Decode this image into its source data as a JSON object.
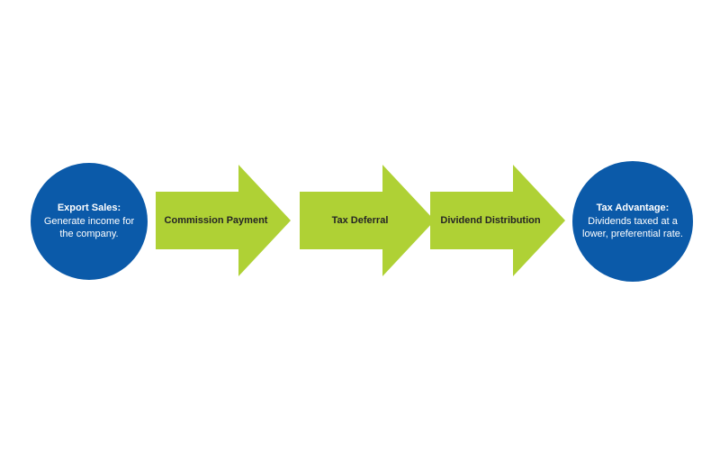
{
  "diagram": {
    "start_node": {
      "title": "Export Sales:",
      "description": "Generate income for the company."
    },
    "arrows": [
      {
        "label": "Commission Payment"
      },
      {
        "label": "Tax Deferral"
      },
      {
        "label": "Dividend Distribution"
      }
    ],
    "end_node": {
      "title": "Tax Advantage:",
      "description": "Dividends taxed at a lower, preferential rate."
    }
  },
  "colors": {
    "node_fill": "#0b5aa9",
    "node_text": "#ffffff",
    "arrow_fill": "#afd135",
    "arrow_text": "#252525",
    "background": "#ffffff"
  }
}
